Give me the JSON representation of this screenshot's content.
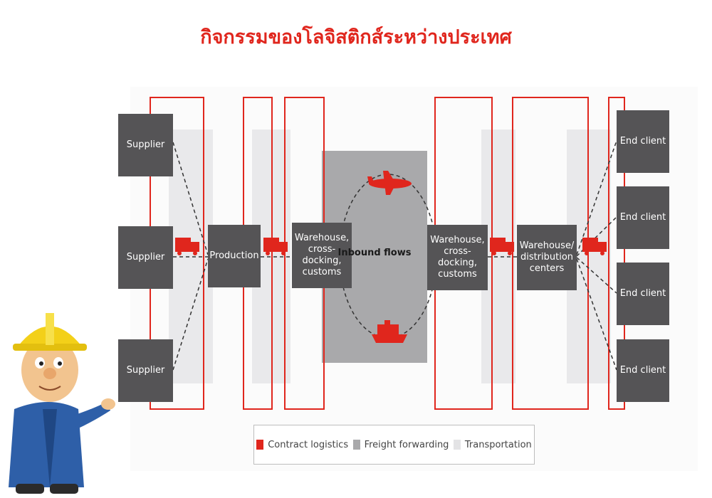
{
  "title": "กิจกรรมของโลจิสติกส์ระหว่างประเทศ",
  "nodes": {
    "supplier_1": "Supplier",
    "supplier_2": "Supplier",
    "supplier_3": "Supplier",
    "production": "Production",
    "warehouse_left": "Warehouse, cross-docking, customs",
    "inbound_flows": "Inbound flows",
    "warehouse_right": "Warehouse, cross-docking, customs",
    "warehouse_distribution": "Warehouse/ distribution centers",
    "end_client_1": "End client",
    "end_client_2": "End client",
    "end_client_3": "End client",
    "end_client_4": "End client"
  },
  "legend": {
    "contract_logistics": "Contract logistics",
    "freight_forwarding": "Freight forwarding",
    "transportation": "Transportation"
  },
  "colors": {
    "title": "#e0261d",
    "contract_logistics": "#e0261d",
    "freight_forwarding": "#a9a9ab",
    "transportation": "#e9e9eb",
    "node": "#555456"
  },
  "icons": [
    "truck-icon",
    "airplane-icon",
    "ship-icon",
    "engineer-mascot"
  ]
}
